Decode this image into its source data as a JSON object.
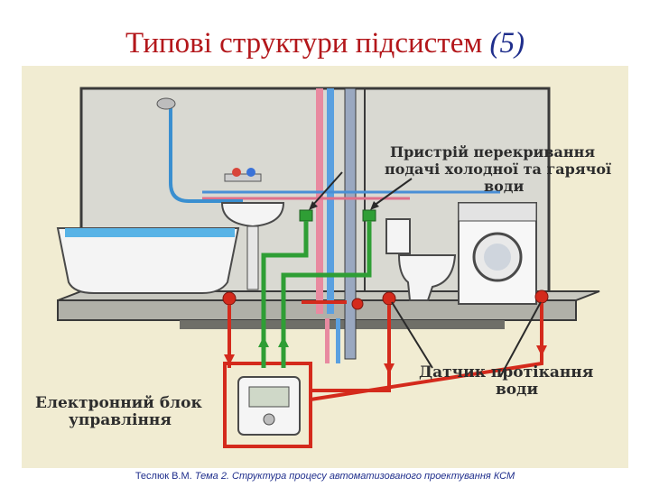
{
  "slide": {
    "title": "Типові структури підсистем",
    "title_number": "(5)"
  },
  "labels": {
    "shutoff_device_line1": "Пристрій перекривання",
    "shutoff_device_line2": "подачі холодної та гарячої",
    "shutoff_device_line3": "води",
    "leak_sensor_line1": "Датчик протікання",
    "leak_sensor_line2": "води",
    "control_unit_line1": "Електронний блок",
    "control_unit_line2": "управління"
  },
  "footer": {
    "author": "Теслюк В.М.",
    "topic": "Тема 2. Структура процесу автоматизованого проектування КСМ"
  },
  "colors": {
    "title": "#b3171b",
    "footer": "#1f2e8c",
    "background": "#f1ecd2",
    "red_wire": "#d42a1c",
    "green_wire": "#2f9e35",
    "cold_pipe": "#4a8fd6",
    "hot_pipe": "#e0708a"
  }
}
